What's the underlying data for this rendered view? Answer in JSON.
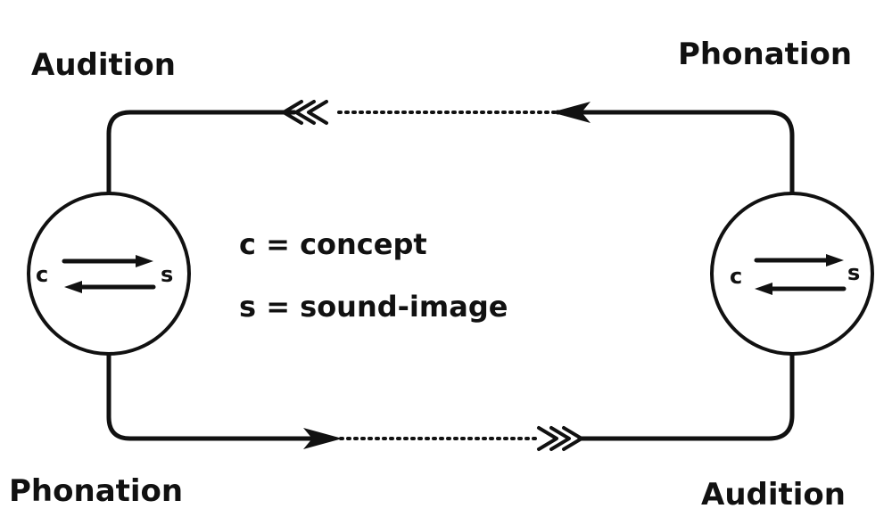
{
  "labels": {
    "top_left": "Audition",
    "top_right": "Phonation",
    "bottom_left": "Phonation",
    "bottom_right": "Audition"
  },
  "legend": {
    "c_line": "c = concept",
    "s_line": "s = sound-image"
  },
  "speaker_left": {
    "c": "c",
    "s": "s"
  },
  "speaker_right": {
    "c": "c",
    "s": "s"
  }
}
